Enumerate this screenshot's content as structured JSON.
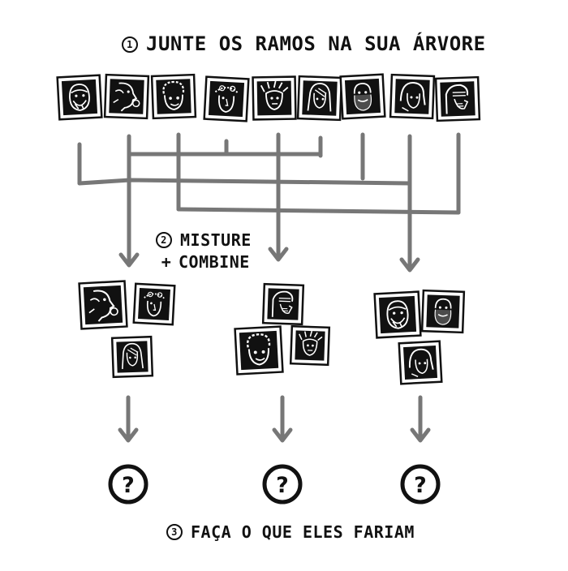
{
  "step1": {
    "number": "1",
    "label": "JUNTE OS RAMOS NA SUA ÁRVORE"
  },
  "step2": {
    "number": "2",
    "line1": "MISTURE",
    "plus": "+",
    "line2": "COMBINE"
  },
  "step3": {
    "number": "3",
    "label": "FAÇA O QUE ELES FARIAM"
  },
  "portraits": [
    {
      "name": "bearded-elder-portrait"
    },
    {
      "name": "profile-smoker-portrait"
    },
    {
      "name": "curly-hair-portrait"
    },
    {
      "name": "flower-hat-portrait"
    },
    {
      "name": "wild-hair-portrait"
    },
    {
      "name": "long-hair-woman-portrait"
    },
    {
      "name": "beard-portrait"
    },
    {
      "name": "headscarf-portrait"
    },
    {
      "name": "hooded-profile-portrait"
    }
  ],
  "result_groups": [
    {
      "members": [
        "profile-smoker-portrait",
        "flower-hat-portrait",
        "long-hair-woman-portrait"
      ],
      "outcome": "?"
    },
    {
      "members": [
        "hooded-profile-portrait",
        "curly-hair-portrait",
        "wild-hair-portrait"
      ],
      "outcome": "?"
    },
    {
      "members": [
        "bearded-elder-portrait",
        "beard-portrait",
        "headscarf-portrait"
      ],
      "outcome": "?"
    }
  ],
  "colors": {
    "ink": "#111111",
    "arrow": "#777777",
    "paper": "#ffffff"
  }
}
